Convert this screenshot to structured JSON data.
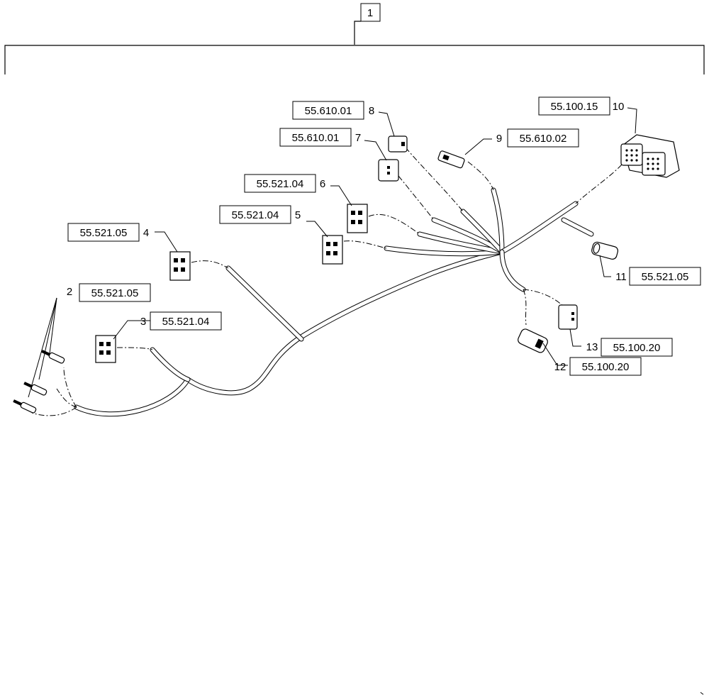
{
  "assembly": {
    "item_number": "1"
  },
  "callouts": [
    {
      "item": "2",
      "ref": "55.521.05"
    },
    {
      "item": "3",
      "ref": "55.521.04"
    },
    {
      "item": "4",
      "ref": "55.521.05"
    },
    {
      "item": "5",
      "ref": "55.521.04"
    },
    {
      "item": "6",
      "ref": "55.521.04"
    },
    {
      "item": "7",
      "ref": "55.610.01"
    },
    {
      "item": "8",
      "ref": "55.610.01"
    },
    {
      "item": "9",
      "ref": "55.610.02"
    },
    {
      "item": "10",
      "ref": "55.100.15"
    },
    {
      "item": "11",
      "ref": "55.521.05"
    },
    {
      "item": "12",
      "ref": "55.100.20"
    },
    {
      "item": "13",
      "ref": "55.100.20"
    }
  ]
}
